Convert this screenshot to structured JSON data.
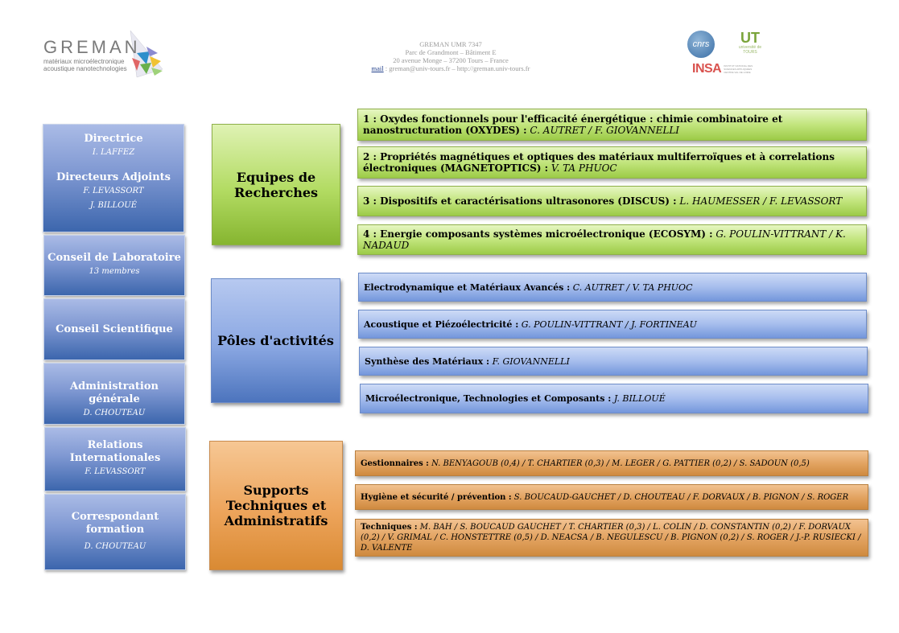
{
  "header": {
    "logo_text": "GREMAN",
    "logo_sub1": "matériaux microélectronique",
    "logo_sub2": "acoustique nanotechnologies",
    "address_line1": "GREMAN UMR 7347",
    "address_line2": "Parc de Grandmont – Bâtiment E",
    "address_line3": "20 avenue Monge – 37200 Tours – France",
    "mail_label": "mail",
    "contact": ": greman@univ-tours.fr  –  http://greman.univ-tours.fr",
    "cnrs_logo": "cnrs",
    "insa_logo": "INSA",
    "ut_logo": "UT",
    "ut_sub": "université de TOURS",
    "insa_sub": "INSTITUT NATIONAL DES SCIENCES APPLIQUÉES CENTRE VAL DE LOIRE"
  },
  "left": {
    "direction": {
      "title1": "Directrice",
      "name1": "I. LAFFEZ",
      "title2": "Directeurs Adjoints",
      "name2": "F. LEVASSORT",
      "name3": "J. BILLOUÉ"
    },
    "conseil_labo": {
      "title": "Conseil de Laboratoire",
      "sub": "13 membres"
    },
    "conseil_sci": {
      "title": "Conseil Scientifique"
    },
    "admin": {
      "title": "Administration générale",
      "name": "D. CHOUTEAU"
    },
    "relations": {
      "title": "Relations Internationales",
      "name": "F. LEVASSORT"
    },
    "formation": {
      "title": "Correspondant formation",
      "name": "D.  CHOUTEAU"
    }
  },
  "middle": {
    "equipes": "Equipes de Recherches",
    "poles": "Pôles d'activités",
    "supports": "Supports Techniques et Administratifs"
  },
  "equipes": [
    {
      "label": "1 : Oxydes fonctionnels pour l'efficacité énergétique : chimie combinatoire et nanostructuration (OXYDES) :",
      "names": "C. AUTRET / F. GIOVANNELLI"
    },
    {
      "label": "2 : Propriétés magnétiques et optiques des matériaux multiferroïques et à correlations électroniques (MAGNETOPTICS) :",
      "names": "V. TA PHUOC"
    },
    {
      "label": "3 : Dispositifs et caractérisations ultrasonores (DISCUS) :",
      "names": "L. HAUMESSER / F. LEVASSORT"
    },
    {
      "label": "4 : Energie composants systèmes microélectronique (ECOSYM) :",
      "names": "G. POULIN-VITTRANT / K. NADAUD"
    }
  ],
  "poles": [
    {
      "label": "Electrodynamique et Matériaux Avancés :",
      "names": "C. AUTRET / V. TA PHUOC"
    },
    {
      "label": "Acoustique et Piézoélectricité :",
      "names": "G. POULIN-VITTRANT / J. FORTINEAU"
    },
    {
      "label": "Synthèse des Matériaux :",
      "names": "F. GIOVANNELLI"
    },
    {
      "label": "Microélectronique, Technologies et Composants :",
      "names": "J. BILLOUÉ"
    }
  ],
  "supports": [
    {
      "label": "Gestionnaires :",
      "names": "N. BENYAGOUB (0,4) / T. CHARTIER (0,3) / M. LEGER / G. PATTIER (0,2) / S. SADOUN (0,5)"
    },
    {
      "label": "Hygiène et sécurité / prévention :",
      "names": "S. BOUCAUD-GAUCHET / D. CHOUTEAU / F. DORVAUX / B. PIGNON / S. ROGER"
    },
    {
      "label": "Techniques  :",
      "names": "M. BAH / S. BOUCAUD GAUCHET / T. CHARTIER (0,3)  / L. COLIN / D. CONSTANTIN (0,2) / F. DORVAUX (0,2) / V. GRIMAL / C. HONSTETTRE (0,5) / D. NEACSA / B. NEGULESCU / B. PIGNON (0,2) / S. ROGER / J.-P. RUSIECKI / D. VALENTE"
    }
  ],
  "colors": {
    "green": "#b2db62",
    "blue": "#8aa7e2",
    "orange": "#eda45b",
    "left_blue": "#3c66ad"
  }
}
